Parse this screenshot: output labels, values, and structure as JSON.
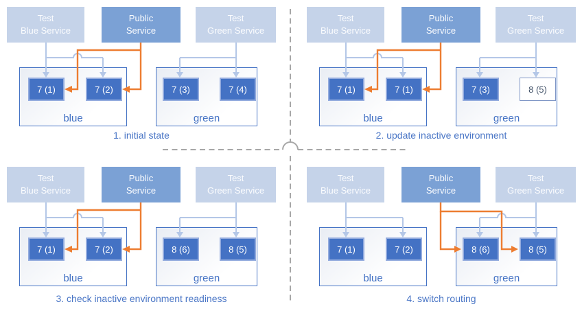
{
  "colors": {
    "service_light": "#c5d3e9",
    "service_public": "#7ba1d5",
    "pod_active": "#4472c4",
    "pod_border": "#93abde",
    "pod_updating_border": "#7e95c5",
    "pod_updating_text": "#44546a",
    "env_border": "#4472c4",
    "test_route_arrow": "#b4c7e7",
    "public_route_arrow": "#ed7d31",
    "caption_text": "#4a76c6",
    "divider_dash": "#a7a7a7"
  },
  "quadrants": [
    {
      "caption": "1. initial state",
      "public_traffic_to": "blue",
      "services": [
        {
          "line1": "Test",
          "line2": "Blue Service"
        },
        {
          "line1": "Public",
          "line2": "Service"
        },
        {
          "line1": "Test",
          "line2": "Green Service"
        }
      ],
      "environments": [
        {
          "label": "blue",
          "pods": [
            {
              "label": "7 (1)",
              "state": "active"
            },
            {
              "label": "7 (2)",
              "state": "active"
            }
          ]
        },
        {
          "label": "green",
          "pods": [
            {
              "label": "7 (3)",
              "state": "active"
            },
            {
              "label": "7 (4)",
              "state": "active"
            }
          ]
        }
      ]
    },
    {
      "caption": "2. update inactive environment",
      "public_traffic_to": "blue",
      "services": [
        {
          "line1": "Test",
          "line2": "Blue Service"
        },
        {
          "line1": "Public",
          "line2": "Service"
        },
        {
          "line1": "Test",
          "line2": "Green Service"
        }
      ],
      "environments": [
        {
          "label": "blue",
          "pods": [
            {
              "label": "7 (1)",
              "state": "active"
            },
            {
              "label": "7 (1)",
              "state": "active"
            }
          ]
        },
        {
          "label": "green",
          "pods": [
            {
              "label": "7 (3)",
              "state": "active"
            },
            {
              "label": "8 (5)",
              "state": "updating"
            }
          ]
        }
      ]
    },
    {
      "caption": "3. check inactive environment readiness",
      "public_traffic_to": "blue",
      "services": [
        {
          "line1": "Test",
          "line2": "Blue Service"
        },
        {
          "line1": "Public",
          "line2": "Service"
        },
        {
          "line1": "Test",
          "line2": "Green Service"
        }
      ],
      "environments": [
        {
          "label": "blue",
          "pods": [
            {
              "label": "7 (1)",
              "state": "active"
            },
            {
              "label": "7 (2)",
              "state": "active"
            }
          ]
        },
        {
          "label": "green",
          "pods": [
            {
              "label": "8 (6)",
              "state": "active"
            },
            {
              "label": "8 (5)",
              "state": "active"
            }
          ]
        }
      ]
    },
    {
      "caption": "4. switch routing",
      "public_traffic_to": "green",
      "services": [
        {
          "line1": "Test",
          "line2": "Blue Service"
        },
        {
          "line1": "Public",
          "line2": "Service"
        },
        {
          "line1": "Test",
          "line2": "Green Service"
        }
      ],
      "environments": [
        {
          "label": "blue",
          "pods": [
            {
              "label": "7 (1)",
              "state": "active"
            },
            {
              "label": "7 (2)",
              "state": "active"
            }
          ]
        },
        {
          "label": "green",
          "pods": [
            {
              "label": "8 (6)",
              "state": "active"
            },
            {
              "label": "8 (5)",
              "state": "active"
            }
          ]
        }
      ]
    }
  ]
}
